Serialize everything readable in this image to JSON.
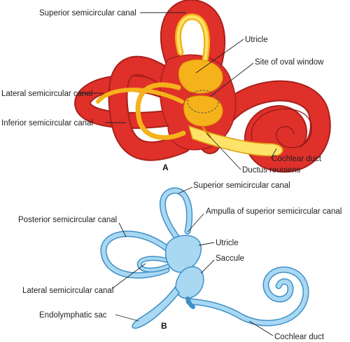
{
  "panel_a": {
    "panel_label": "A",
    "labels": {
      "superior_canal": "Superior semicircular canal",
      "utricle": "Utricle",
      "oval_window": "Site of oval window",
      "lateral_canal": "Lateral semicircular canal",
      "inferior_canal": "Inferior semicircular canal",
      "cochlear_duct": "Cochlear duct",
      "ductus_reuniens": "Ductus reuniens"
    },
    "colors": {
      "canal": "#e0302a",
      "canal_outline": "#a8201c",
      "membranous": "#f5b21a",
      "membranous_light": "#fde36a"
    }
  },
  "panel_b": {
    "panel_label": "B",
    "labels": {
      "superior_canal": "Superior semicircular canal",
      "ampulla": "Ampulla of superior semicircular canal",
      "posterior_canal": "Posterior semicircular canal",
      "utricle": "Utricle",
      "saccule": "Saccule",
      "lateral_canal": "Lateral semicircular canal",
      "endolymphatic_sac": "Endolymphatic sac",
      "cochlear_duct": "Cochlear duct"
    },
    "colors": {
      "membrane": "#a9d8f2",
      "membrane_outline": "#3f8fc8"
    }
  }
}
